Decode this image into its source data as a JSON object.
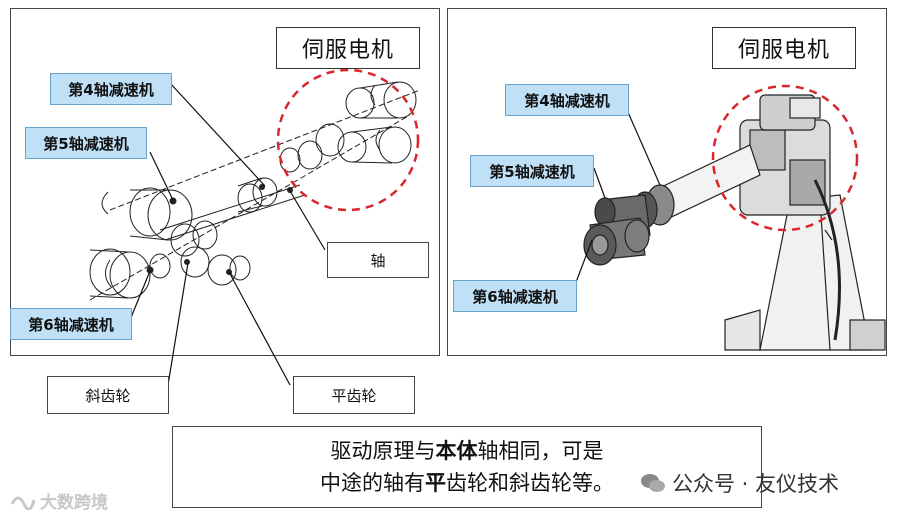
{
  "left_panel": {
    "title": "伺服电机",
    "labels": {
      "axis4": "第4轴减速机",
      "axis5": "第5轴减速机",
      "axis6": "第6轴减速机",
      "shaft": "轴",
      "helical": "斜齿轮",
      "spur": "平齿轮"
    }
  },
  "right_panel": {
    "title": "伺服电机",
    "labels": {
      "axis4": "第4轴减速机",
      "axis5": "第5轴减速机",
      "axis6": "第6轴减速机"
    }
  },
  "caption": {
    "line1_a": "驱动原理与",
    "line1_b": "本体",
    "line1_c": "轴相同，可是",
    "line2_a": "中途的轴有",
    "line2_b": "平",
    "line2_c": "齿轮和斜齿轮等。"
  },
  "watermark": {
    "text": "公众号 · 友仪技术"
  },
  "brand": {
    "text": "大数跨境"
  },
  "colors": {
    "label_fill": "#bfe0f6",
    "highlight_dash": "#d9262c"
  }
}
